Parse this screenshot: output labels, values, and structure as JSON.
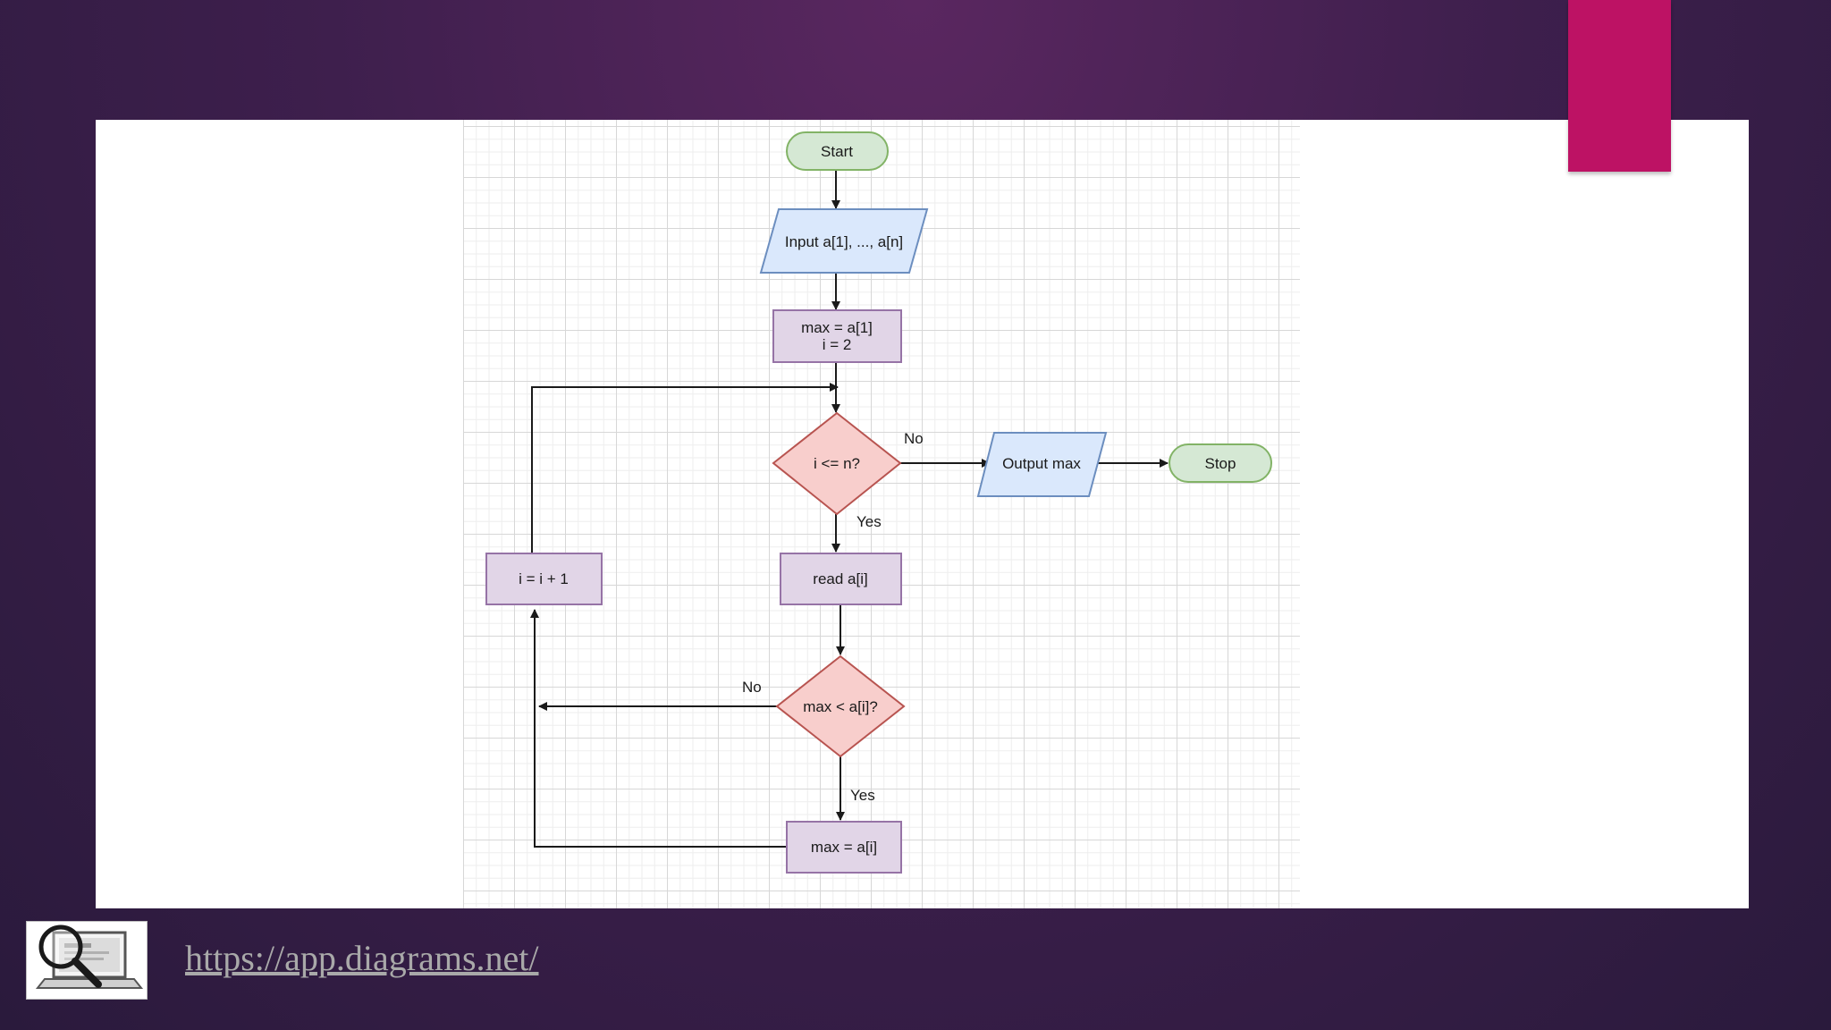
{
  "flowchart": {
    "start": "Start",
    "input": "Input a[1], ..., a[n]",
    "init_line1": "max = a[1]",
    "init_line2": "i = 2",
    "cond1": "i <= n?",
    "cond1_no": "No",
    "cond1_yes": "Yes",
    "output": "Output max",
    "stop": "Stop",
    "increment": "i = i + 1",
    "read": "read a[i]",
    "cond2": "max < a[i]?",
    "cond2_no": "No",
    "cond2_yes": "Yes",
    "assign": "max = a[i]"
  },
  "colors": {
    "terminal_fill": "#d5e8d4",
    "terminal_stroke": "#82b366",
    "io_fill": "#dae8fc",
    "io_stroke": "#6c8ebf",
    "process_fill": "#e1d5e7",
    "process_stroke": "#9673a6",
    "decision_fill": "#f8cecc",
    "decision_stroke": "#b85450",
    "accent": "#bd1264"
  },
  "footer": {
    "link": "https://app.diagrams.net/"
  },
  "icons": {
    "logo": "magnifier-over-laptop-icon"
  }
}
